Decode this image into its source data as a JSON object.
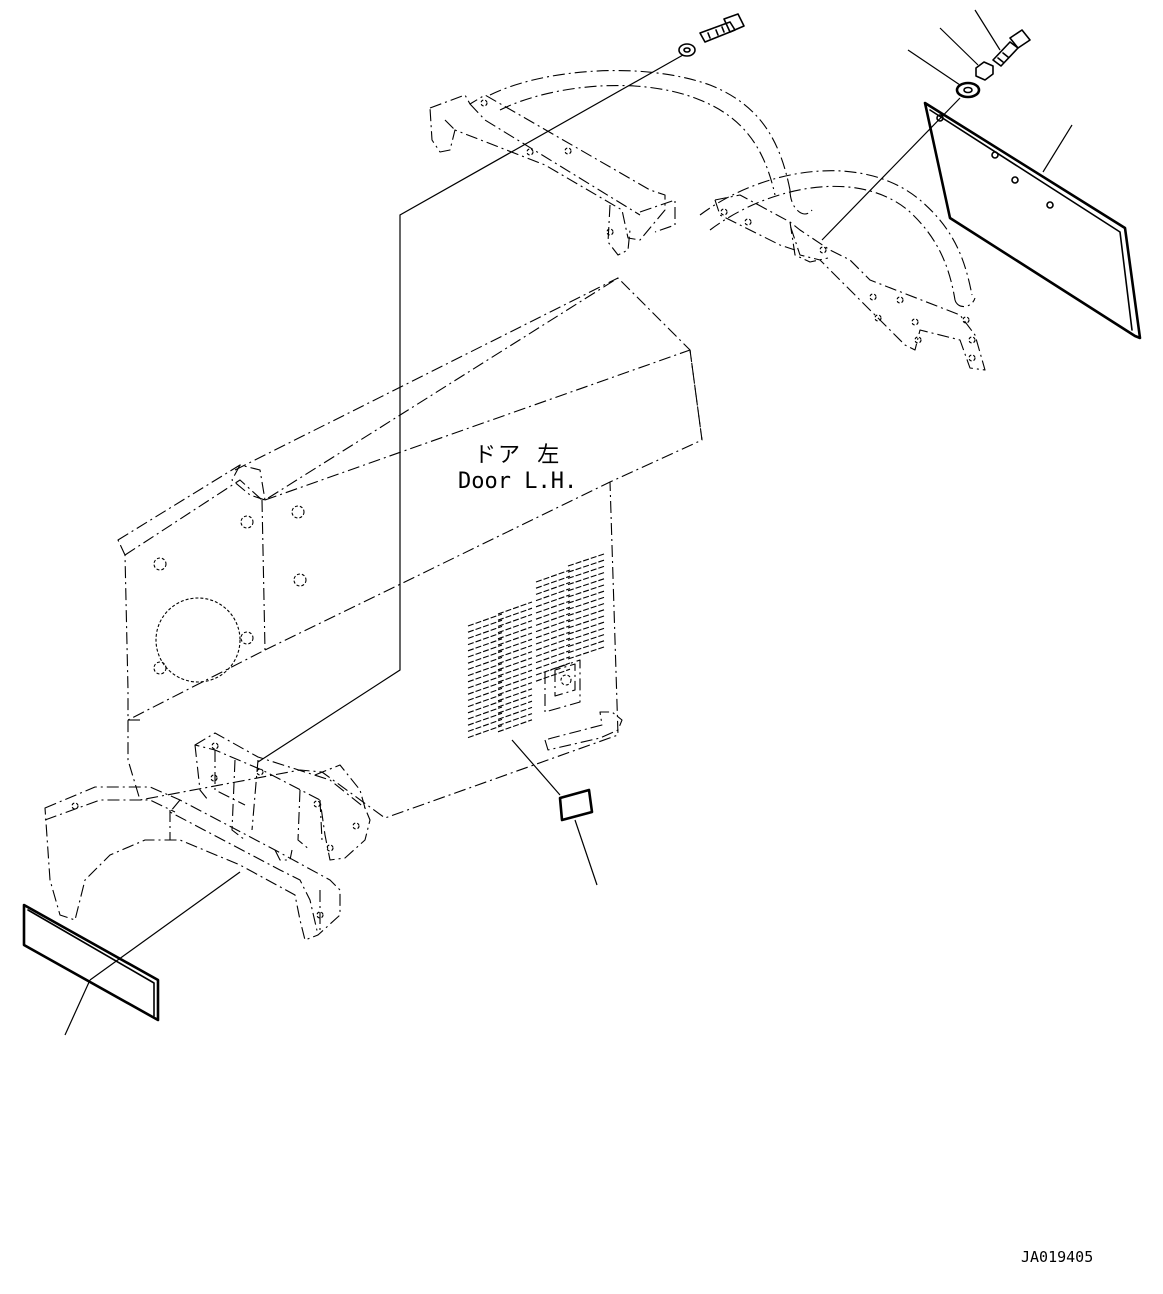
{
  "labels": {
    "door_jp": "ドア 左",
    "door_en": "Door L.H.",
    "drawing_code": "JA019405"
  },
  "colors": {
    "line": "#000000",
    "background": "#ffffff"
  }
}
